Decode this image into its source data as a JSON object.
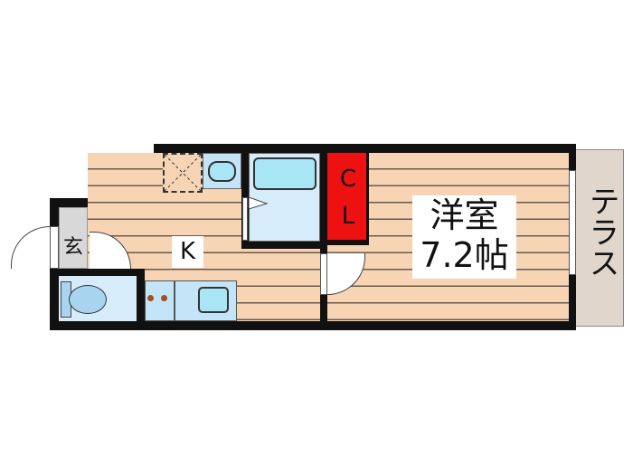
{
  "floorplan": {
    "rooms": {
      "western_room": {
        "name": "洋室",
        "size": "7.2帖"
      },
      "kitchen": {
        "name": "K"
      },
      "closet": {
        "name": "CL",
        "line1": "C",
        "line2": "L"
      },
      "entrance": {
        "name": "玄"
      },
      "terrace": {
        "name": "テラス"
      }
    },
    "colors": {
      "floor": "#f6d4b4",
      "closet": "#ee1111",
      "wet_area": "#d6ecfa",
      "fixture": "#a8e6f5",
      "terrace": "#e0d6cc",
      "entrance": "#d8d8d8",
      "wall": "#111111"
    }
  }
}
